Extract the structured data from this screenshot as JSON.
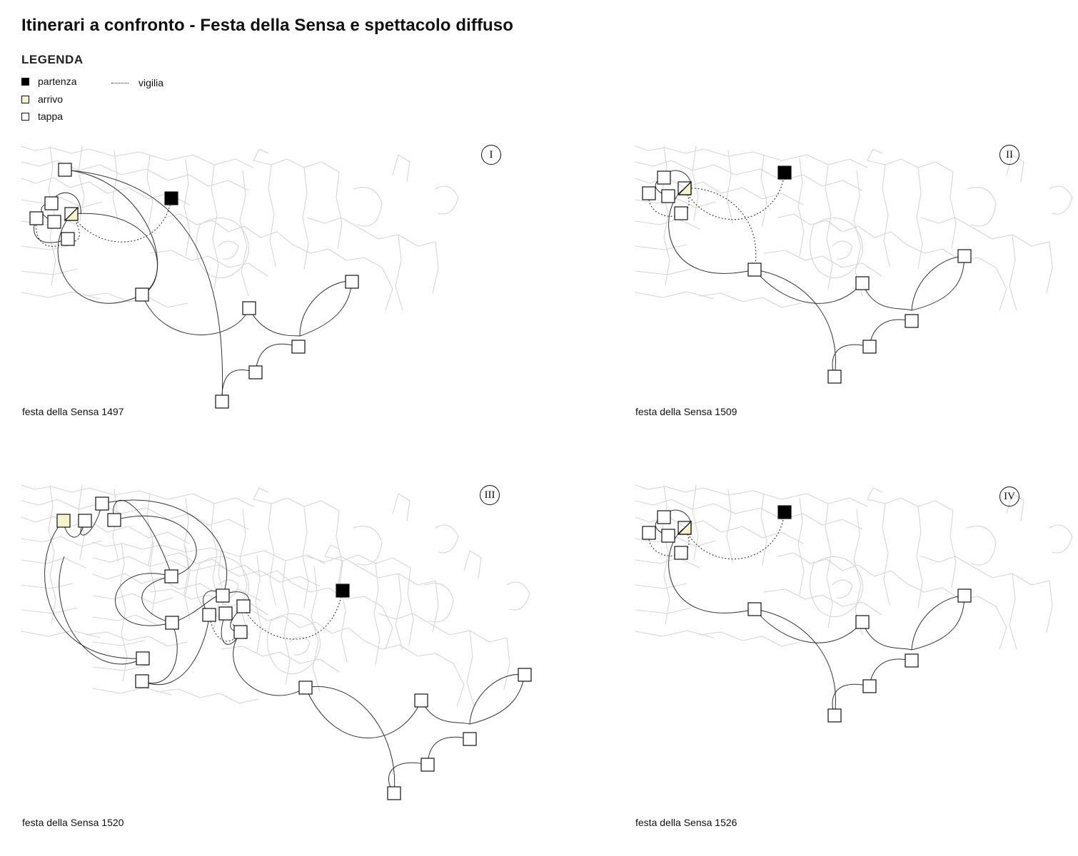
{
  "title": "Itinerari a confronto - Festa della Sensa e spettacolo diffuso",
  "legend": {
    "heading": "LEGENDA",
    "start": "partenza",
    "end": "arrivo",
    "stop": "tappa",
    "eve": "vigilia"
  },
  "colors": {
    "start": "#000000",
    "end": "#f5f2cc",
    "stop": "#ffffff",
    "route": "#333333",
    "streets": "#d6d6d6"
  },
  "panels": [
    {
      "numeral": "I",
      "label": "festa della Sensa 1497"
    },
    {
      "numeral": "II",
      "label": "festa della Sensa 1509"
    },
    {
      "numeral": "III",
      "label": "festa della Sensa 1520"
    },
    {
      "numeral": "IV",
      "label": "festa della Sensa 1526"
    }
  ]
}
